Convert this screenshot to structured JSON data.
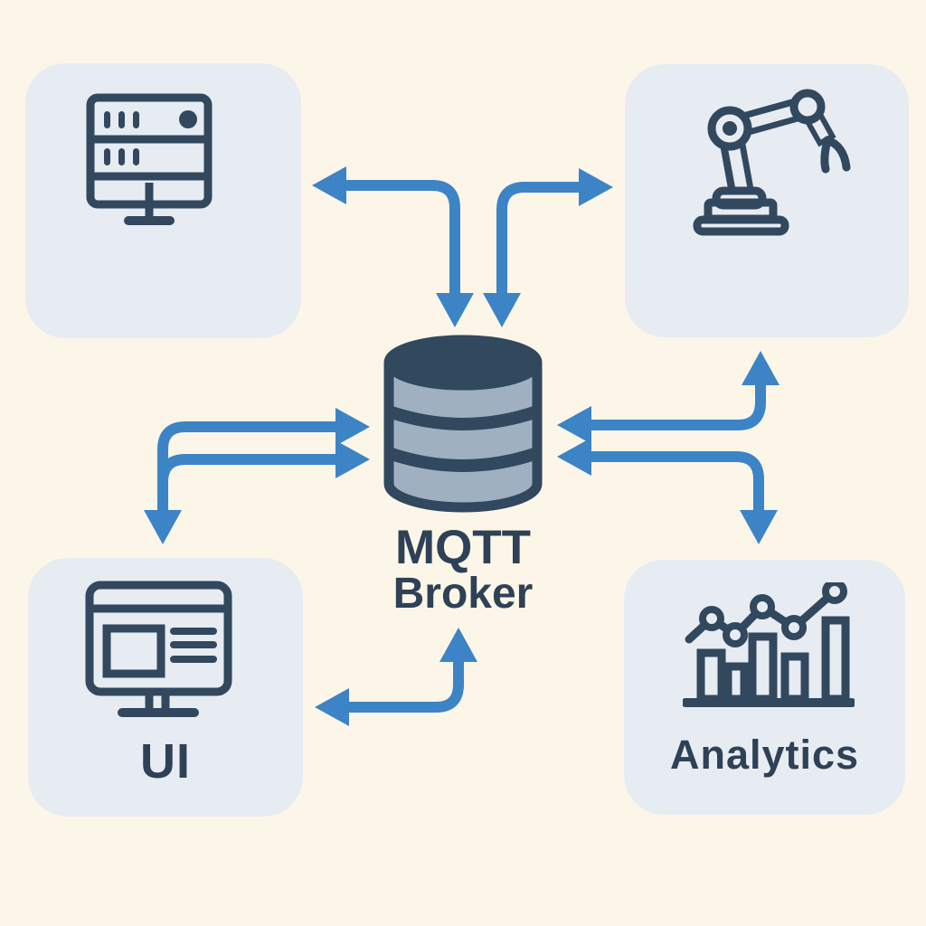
{
  "colors": {
    "background": "#fcf6e8",
    "node_fill": "#e7ecf2",
    "icon_ink": "#31485e",
    "arrow_blue": "#3c84c6",
    "db_body": "#9fb0c1",
    "label_ink": "#2e4156"
  },
  "broker": {
    "name": "MQTT Broker",
    "label_line1": "MQTT",
    "label_line2": "Broker",
    "icon": "database-icon"
  },
  "nodes": {
    "server": {
      "icon": "server-icon",
      "position": "top-left"
    },
    "robot": {
      "icon": "robot-arm-icon",
      "position": "top-right"
    },
    "ui": {
      "icon": "browser-window-icon",
      "position": "bottom-left",
      "label": "UI"
    },
    "analytics": {
      "icon": "bar-chart-icon",
      "position": "bottom-right",
      "label": "Analytics"
    }
  },
  "connections": [
    {
      "between": [
        "server",
        "broker"
      ],
      "direction": "bidirectional",
      "shape": "elbow-top-left"
    },
    {
      "between": [
        "broker",
        "robot"
      ],
      "direction": "bidirectional",
      "shape": "elbow-top-right"
    },
    {
      "between": [
        "robot",
        "broker"
      ],
      "direction": "bidirectional",
      "shape": "elbow-right-upper"
    },
    {
      "between": [
        "ui",
        "broker"
      ],
      "direction": "bidirectional",
      "shape": "double-branch-left"
    },
    {
      "between": [
        "broker",
        "analytics"
      ],
      "direction": "bidirectional",
      "shape": "elbow-right-lower"
    },
    {
      "between": [
        "ui",
        "broker"
      ],
      "direction": "bidirectional",
      "shape": "elbow-bottom-center"
    }
  ]
}
